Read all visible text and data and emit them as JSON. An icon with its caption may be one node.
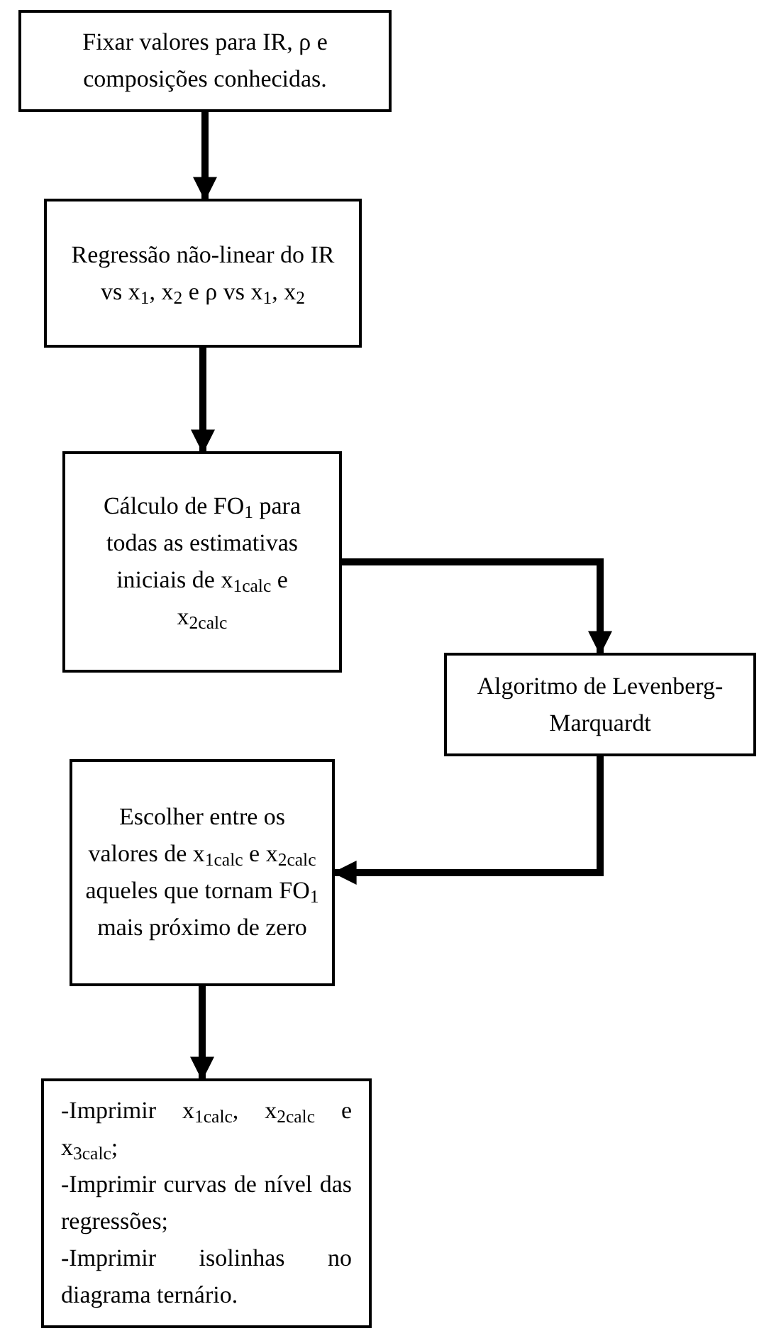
{
  "diagram": {
    "nodes": [
      {
        "text": [
          "Fixar valores para IR, ρ e composições conhecidas."
        ]
      },
      {
        "text": [
          "Regressão não-linear do IR vs x$_{1}$, x$_{2}$ e ρ vs x$_{1}$, x$_{2}$"
        ]
      },
      {
        "text": [
          "Cálculo de FO$_{1}$ para todas as estimativas iniciais de x$_{1calc}$ e x$_{2calc}$"
        ]
      },
      {
        "text": [
          "Algoritmo de Levenberg-Marquardt"
        ]
      },
      {
        "text": [
          "Escolher entre os valores de x$_{1calc}$ e x$_{2calc}$ aqueles que tornam FO$_{1}$ mais próximo de zero"
        ]
      },
      {
        "text": [
          "-Imprimir x$_{1calc}$, x$_{2calc}$ e x$_{3calc}$;",
          "-Imprimir curvas de nível das regressões;",
          "-Imprimir isolinhas no diagrama ternário."
        ]
      }
    ],
    "edges": [
      {
        "from": 0,
        "to": 1,
        "arrow": "to"
      },
      {
        "from": 1,
        "to": 2,
        "arrow": "to"
      },
      {
        "from": 2,
        "to": 3,
        "arrow": "to"
      },
      {
        "from": 3,
        "to": 4,
        "arrow": "to"
      },
      {
        "from": 4,
        "to": 5,
        "arrow": "to"
      }
    ]
  }
}
